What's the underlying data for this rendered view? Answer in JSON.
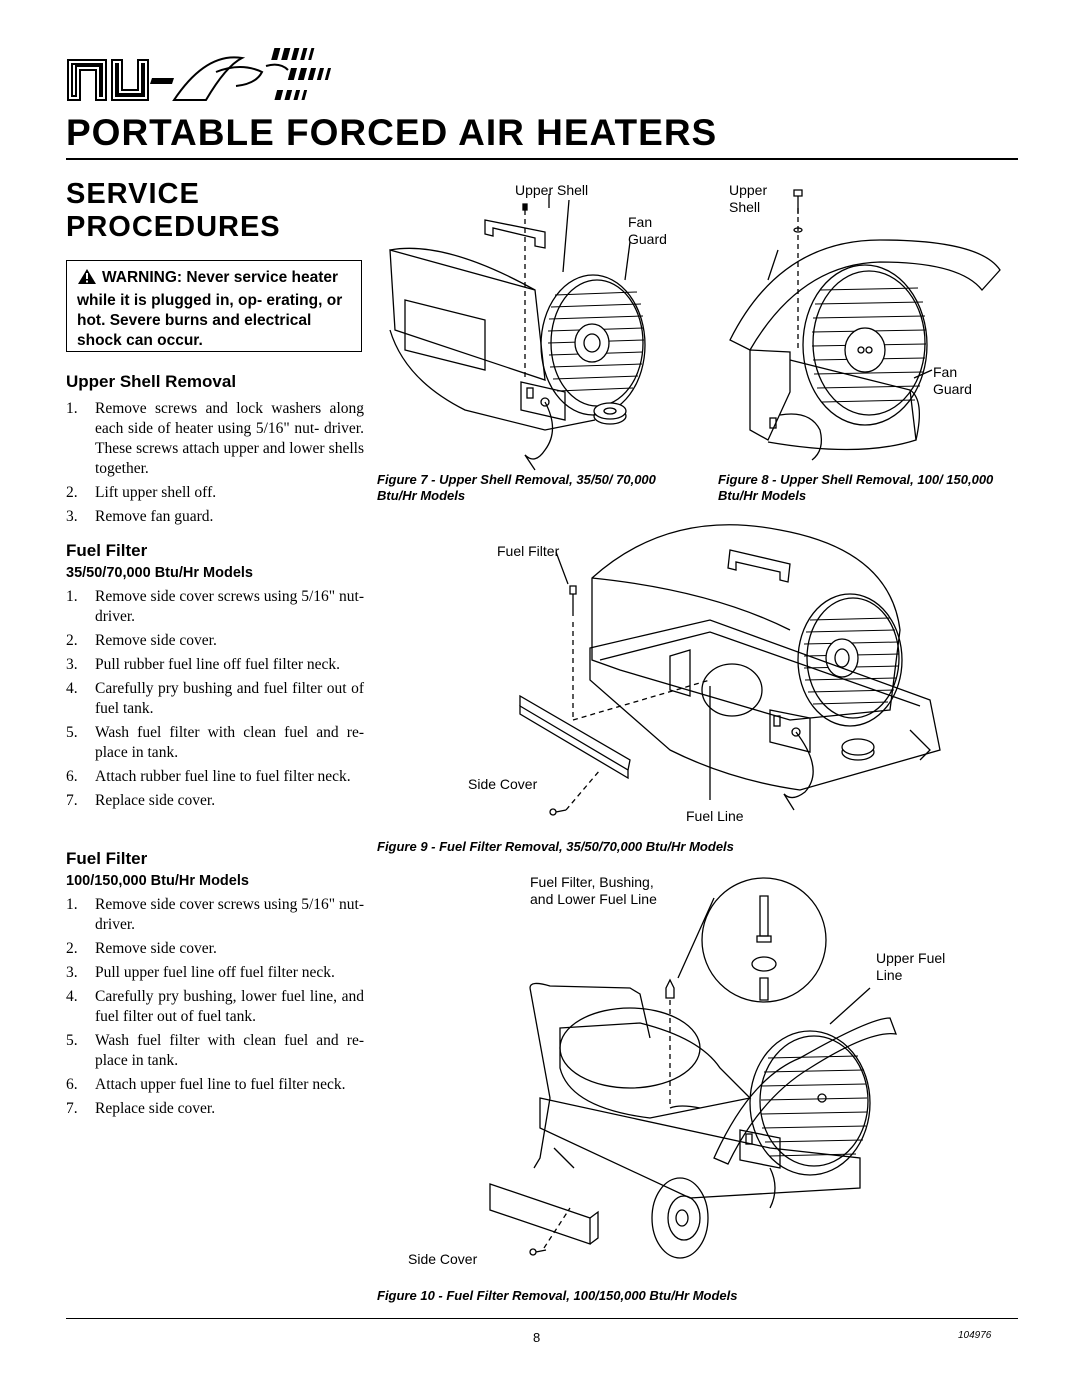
{
  "header": {
    "logo_name": "nu-air-logo",
    "title": "PORTABLE FORCED AIR HEATERS"
  },
  "section": {
    "title_line1": "SERVICE",
    "title_line2": "PROCEDURES"
  },
  "warning": {
    "text": "WARNING: Never service heater while it is plugged in, op- erating, or hot. Severe burns and electrical shock can occur.",
    "icon": "warning-triangle-icon"
  },
  "upper_shell": {
    "heading": "Upper Shell Removal",
    "steps": [
      {
        "n": "1.",
        "text": "Remove screws and lock washers along each side of heater using 5/16\" nut- driver. These screws attach upper and lower shells together."
      },
      {
        "n": "2.",
        "text": "Lift upper shell off."
      },
      {
        "n": "3.",
        "text": "Remove fan guard."
      }
    ]
  },
  "fuel_filter_a": {
    "heading": "Fuel Filter",
    "subheading": "35/50/70,000 Btu/Hr Models",
    "steps": [
      {
        "n": "1.",
        "text": "Remove side cover screws using 5/16\" nut-driver."
      },
      {
        "n": "2.",
        "text": "Remove side cover."
      },
      {
        "n": "3.",
        "text": "Pull rubber fuel line off fuel filter neck."
      },
      {
        "n": "4.",
        "text": "Carefully pry bushing and fuel filter out of fuel tank."
      },
      {
        "n": "5.",
        "text": "Wash fuel filter with clean fuel and re- place in tank."
      },
      {
        "n": "6.",
        "text": "Attach rubber fuel line to fuel filter neck."
      },
      {
        "n": "7.",
        "text": "Replace side cover."
      }
    ]
  },
  "fuel_filter_b": {
    "heading": "Fuel Filter",
    "subheading": "100/150,000 Btu/Hr Models",
    "steps": [
      {
        "n": "1.",
        "text": "Remove side cover screws using 5/16\" nut-driver."
      },
      {
        "n": "2.",
        "text": "Remove side cover."
      },
      {
        "n": "3.",
        "text": "Pull upper fuel line off fuel filter neck."
      },
      {
        "n": "4.",
        "text": "Carefully pry bushing, lower fuel line, and fuel filter out of fuel tank."
      },
      {
        "n": "5.",
        "text": "Wash fuel filter with clean fuel and re- place in tank."
      },
      {
        "n": "6.",
        "text": "Attach upper fuel line to fuel filter neck."
      },
      {
        "n": "7.",
        "text": "Replace side cover."
      }
    ]
  },
  "figures": {
    "fig7": {
      "caption": "Figure 7 - Upper Shell Removal, 35/50/ 70,000 Btu/Hr Models",
      "labels": {
        "upper_shell": "Upper Shell",
        "fan_guard": "Fan Guard"
      }
    },
    "fig8": {
      "caption": "Figure 8 - Upper Shell Removal, 100/ 150,000 Btu/Hr Models",
      "labels": {
        "upper_shell": "Upper Shell",
        "fan_guard": "Fan Guard"
      }
    },
    "fig9": {
      "caption": "Figure 9 - Fuel Filter Removal, 35/50/70,000 Btu/Hr Models",
      "labels": {
        "fuel_filter": "Fuel Filter",
        "side_cover": "Side Cover",
        "fuel_line": "Fuel Line"
      }
    },
    "fig10": {
      "caption": "Figure 10 - Fuel Filter Removal, 100/150,000 Btu/Hr Models",
      "labels": {
        "fuel_filter_line1": "Fuel Filter, Bushing,",
        "fuel_filter_line2": "and Lower Fuel Line",
        "upper_fuel_line1": "Upper Fuel",
        "upper_fuel_line2": "Line",
        "side_cover": "Side Cover"
      }
    }
  },
  "footer": {
    "page_number": "8",
    "doc_number": "104976"
  }
}
